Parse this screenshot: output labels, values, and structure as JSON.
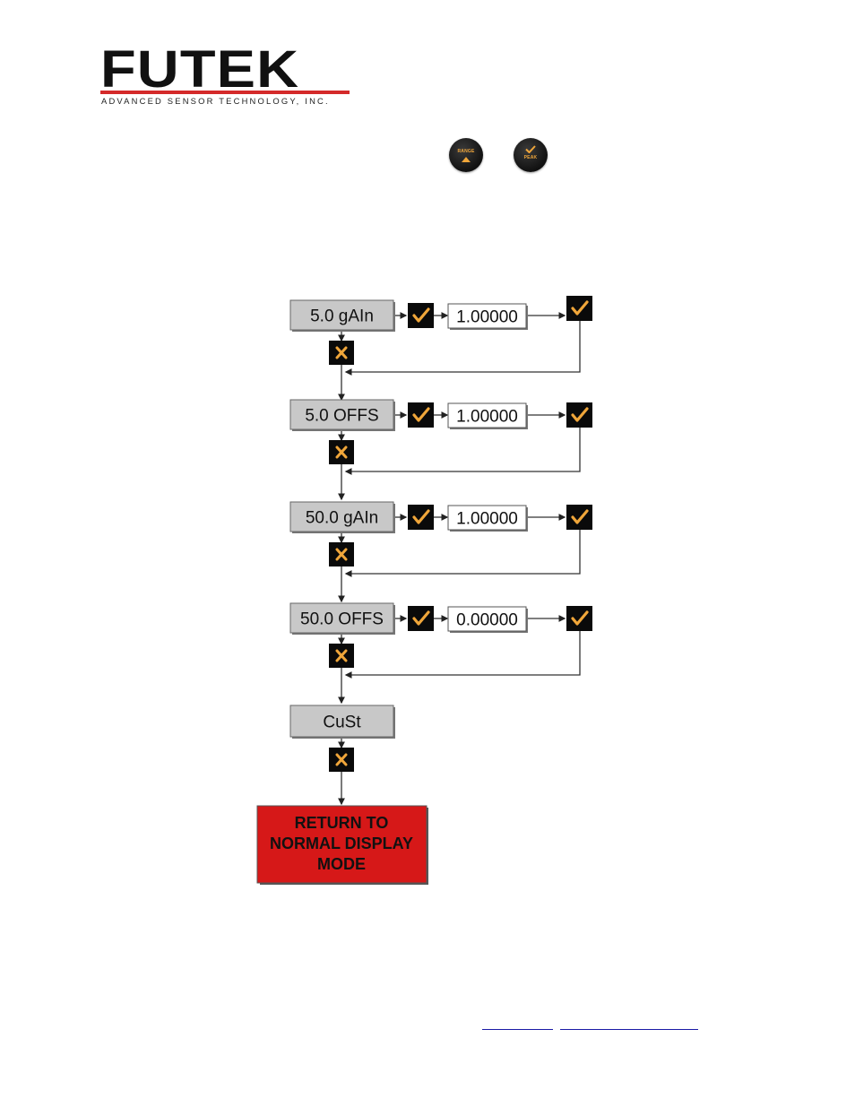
{
  "logo": {
    "wordmark": "FUTEK",
    "tagline": "ADVANCED SENSOR TECHNOLOGY, INC."
  },
  "buttons": {
    "range_label": "RANGE",
    "peak_label": "PEAK"
  },
  "colors": {
    "accent_orange": "#f0a63a",
    "box_gray": "#c8c8c8",
    "return_red": "#d61818",
    "logo_red": "#d42a2a"
  },
  "flow": {
    "steps": [
      {
        "label": "5.0 gAIn",
        "value": "1.00000"
      },
      {
        "label": "5.0 OFFS",
        "value": "1.00000"
      },
      {
        "label": "50.0 gAIn",
        "value": "1.00000"
      },
      {
        "label": "50.0 OFFS",
        "value": "0.00000"
      }
    ],
    "final_label": "CuSt",
    "return_lines": [
      "RETURN TO",
      "NORMAL DISPLAY",
      "MODE"
    ]
  },
  "icons": {
    "confirm": "check-icon",
    "cancel": "x-icon"
  }
}
